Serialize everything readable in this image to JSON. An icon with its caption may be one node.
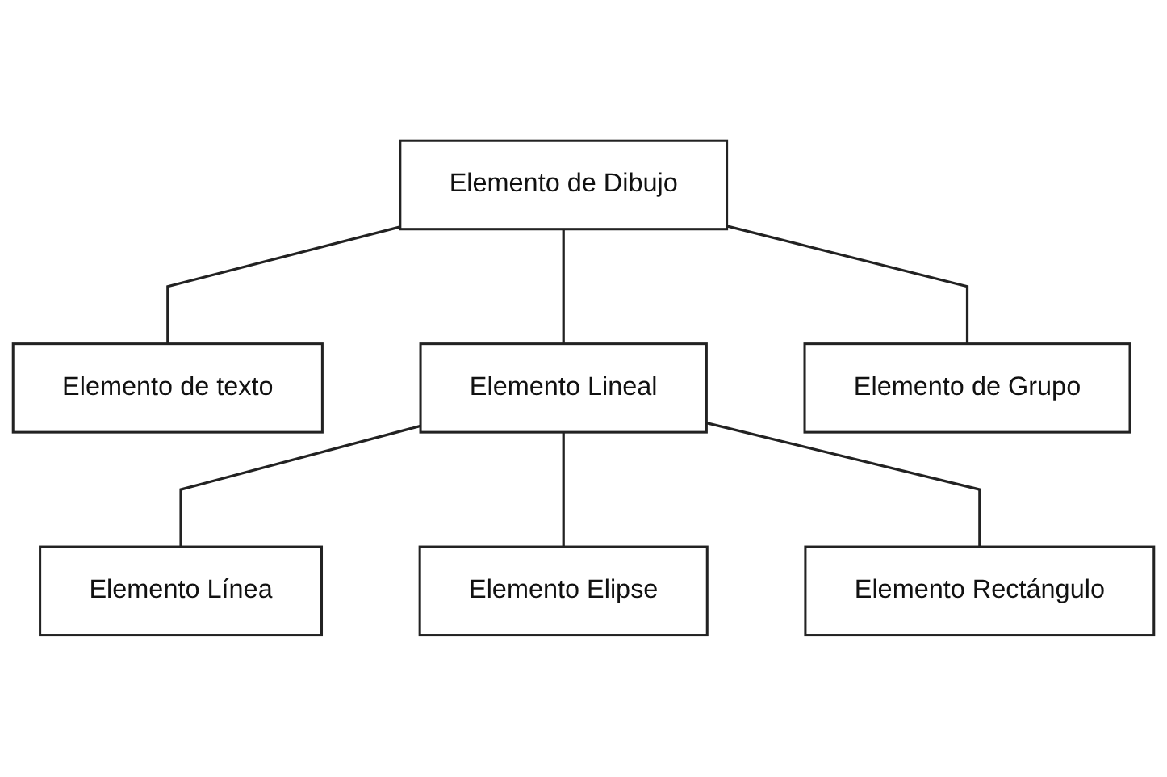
{
  "diagram": {
    "nodes": [
      {
        "text": [
          "Elemento de Dibujo"
        ]
      },
      {
        "text": [
          "Elemento de texto"
        ]
      },
      {
        "text": [
          "Elemento Lineal"
        ]
      },
      {
        "text": [
          "Elemento de Grupo"
        ]
      },
      {
        "text": [
          "Elemento Línea"
        ]
      },
      {
        "text": [
          "Elemento Elipse"
        ]
      },
      {
        "text": [
          "Elemento Rectángulo"
        ]
      }
    ],
    "edges": [
      {
        "from": 0,
        "to": 1,
        "arrow": "none"
      },
      {
        "from": 0,
        "to": 2,
        "arrow": "none"
      },
      {
        "from": 0,
        "to": 3,
        "arrow": "none"
      },
      {
        "from": 2,
        "to": 4,
        "arrow": "none"
      },
      {
        "from": 2,
        "to": 5,
        "arrow": "none"
      },
      {
        "from": 2,
        "to": 6,
        "arrow": "none"
      }
    ]
  }
}
